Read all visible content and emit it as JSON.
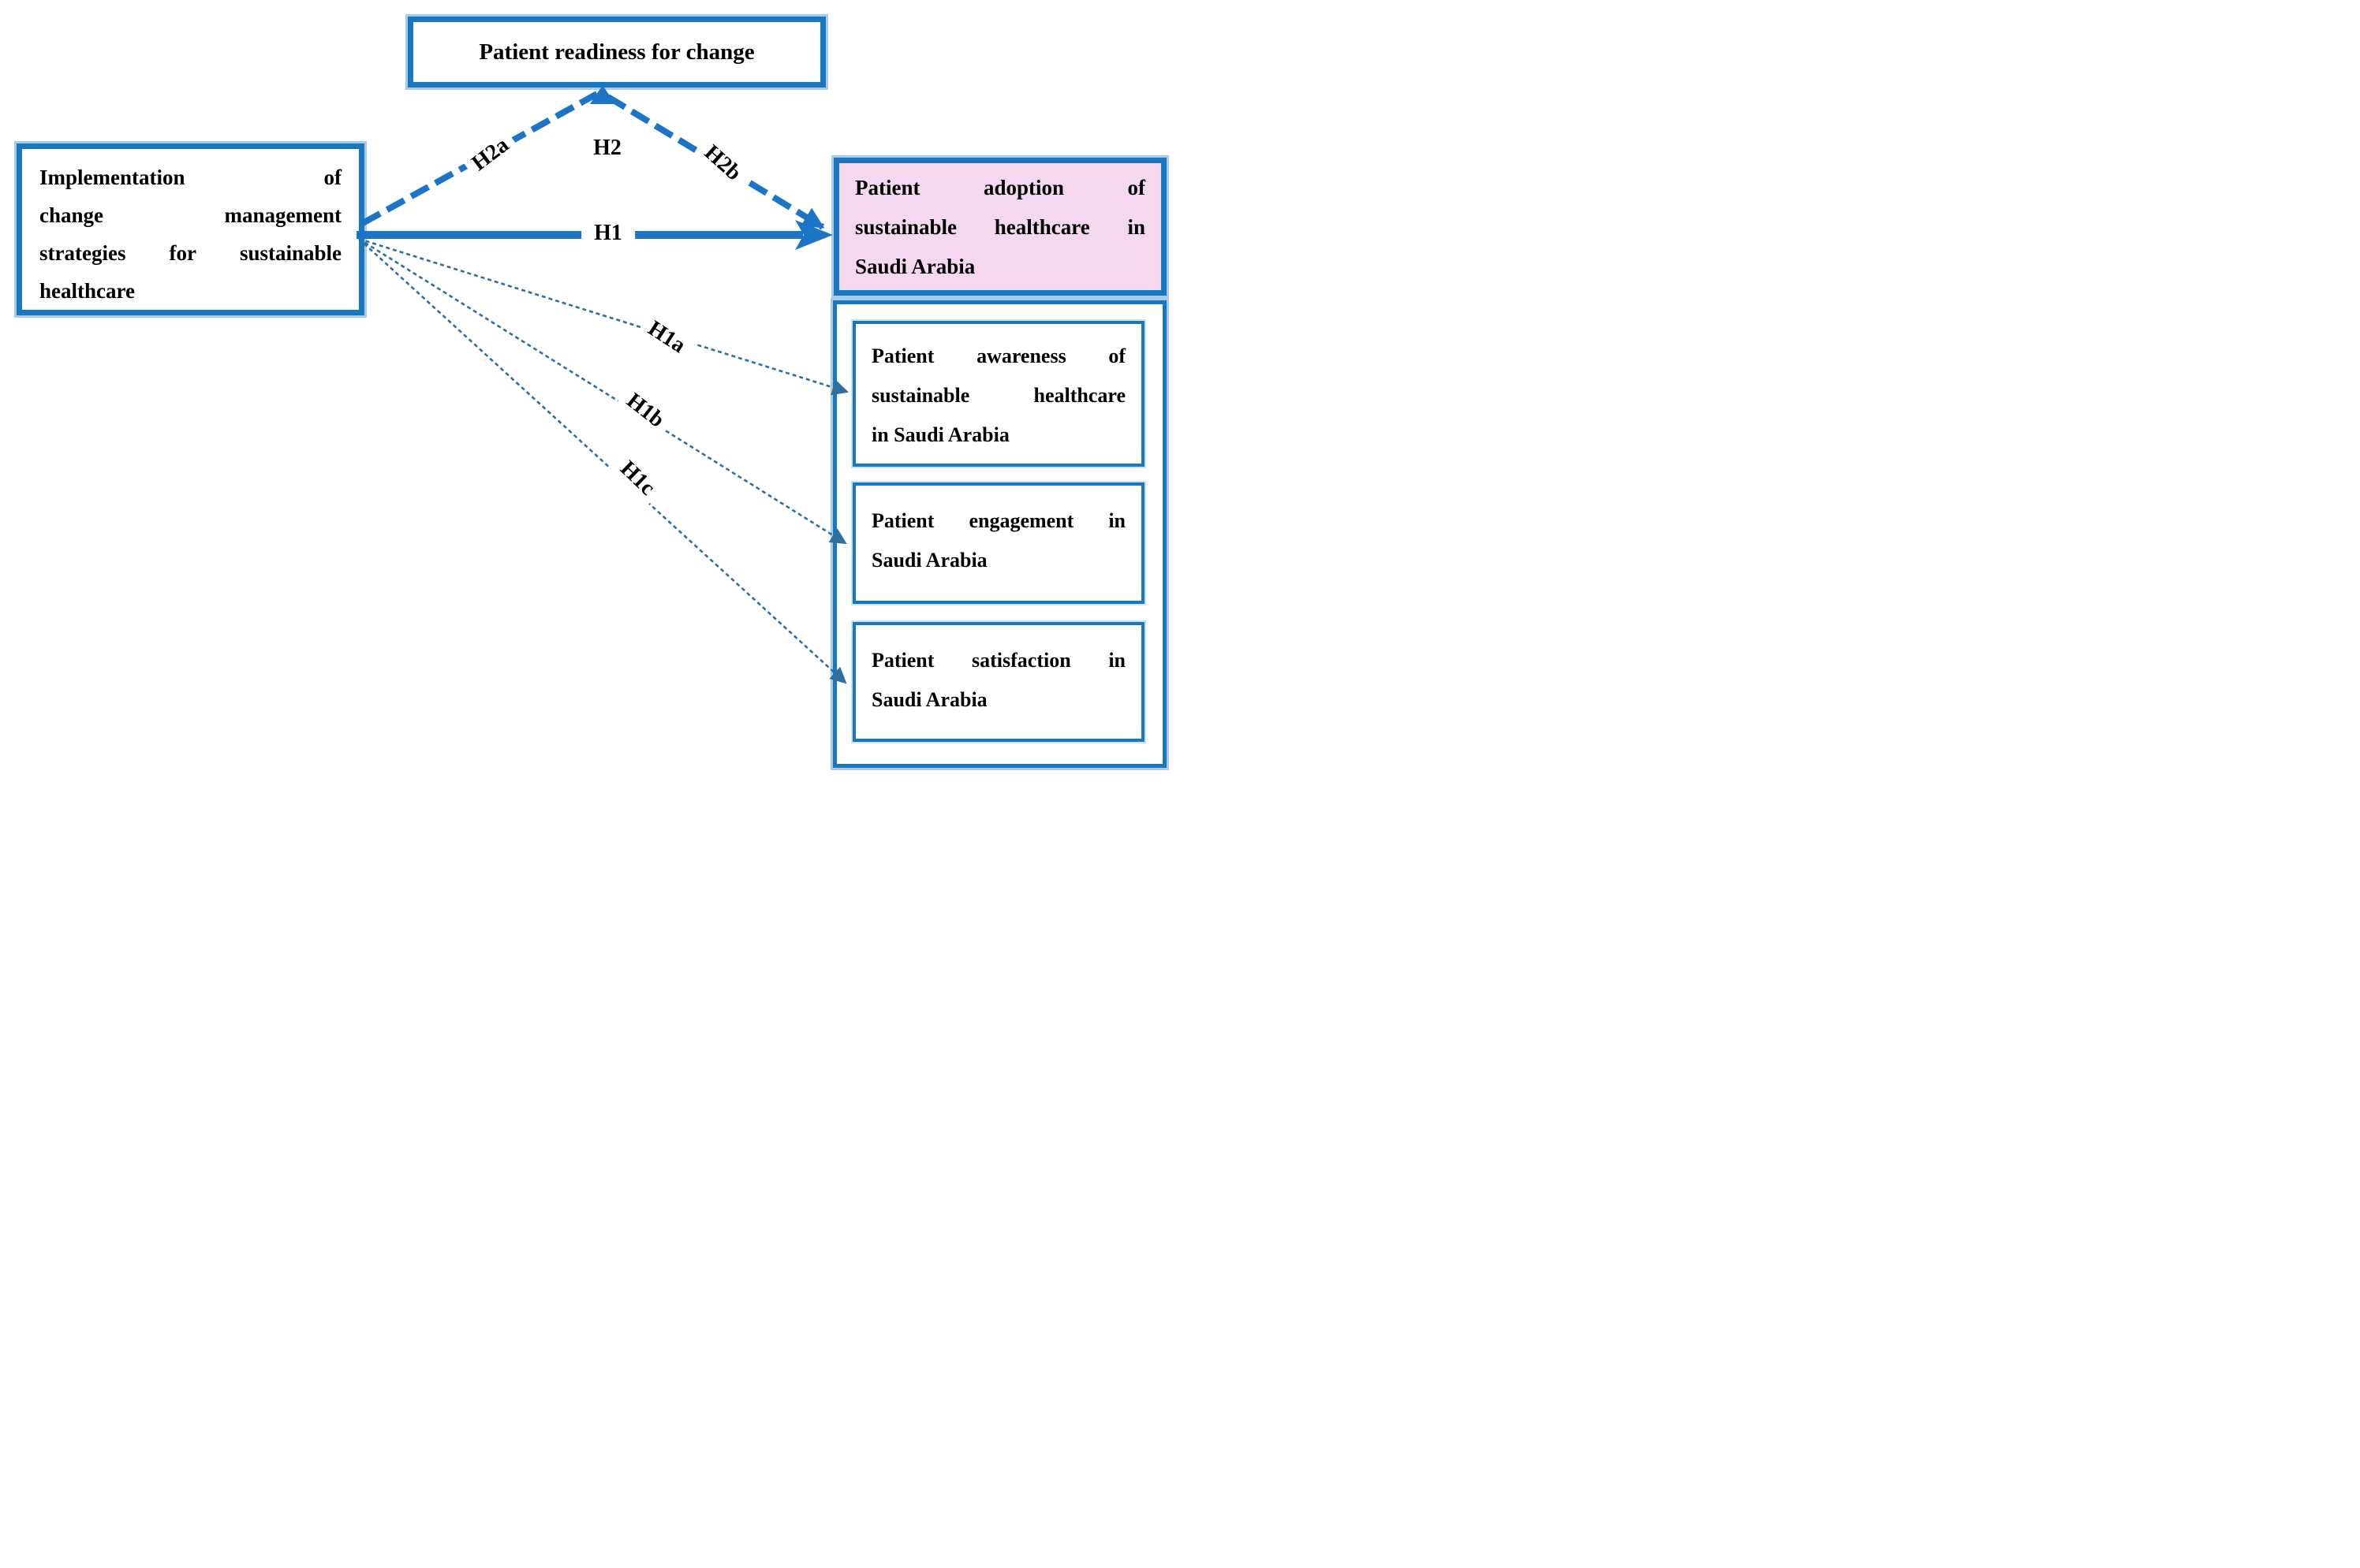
{
  "diagram": {
    "boxes": {
      "readiness": {
        "text": "Patient readiness for change"
      },
      "implementation": {
        "lines": [
          [
            "Implementation",
            "of"
          ],
          [
            "change",
            "management"
          ],
          [
            "strategies",
            "for",
            "sustainable"
          ],
          [
            "healthcare"
          ]
        ]
      },
      "adoption": {
        "lines": [
          [
            "Patient",
            "adoption",
            "of"
          ],
          [
            "sustainable",
            "healthcare",
            "in"
          ],
          [
            "Saudi",
            "Arabia"
          ]
        ]
      },
      "awareness": {
        "lines": [
          [
            "Patient",
            "awareness",
            "of"
          ],
          [
            "sustainable",
            "healthcare"
          ],
          [
            "in",
            "Saudi",
            "Arabia"
          ]
        ]
      },
      "engagement": {
        "lines": [
          [
            "Patient",
            "engagement",
            "in"
          ],
          [
            "Saudi",
            "Arabia"
          ]
        ]
      },
      "satisfaction": {
        "lines": [
          [
            "Patient",
            "satisfaction",
            "in"
          ],
          [
            "Saudi",
            "Arabia"
          ]
        ]
      }
    },
    "labels": {
      "h1": "H1",
      "h2": "H2",
      "h2a": "H2a",
      "h2b": "H2b",
      "h1a": "H1a",
      "h1b": "H1b",
      "h1c": "H1c"
    },
    "colors": {
      "border_blue": "#1877BE",
      "arrow_blue": "#1B74C5",
      "thin_arrow": "#2E6F9D",
      "pink": "#F3D8EF",
      "halo": "#A9CBE9",
      "halo_light": "#CFE0F0",
      "text": "#000000",
      "background": "#FFFFFF"
    }
  }
}
